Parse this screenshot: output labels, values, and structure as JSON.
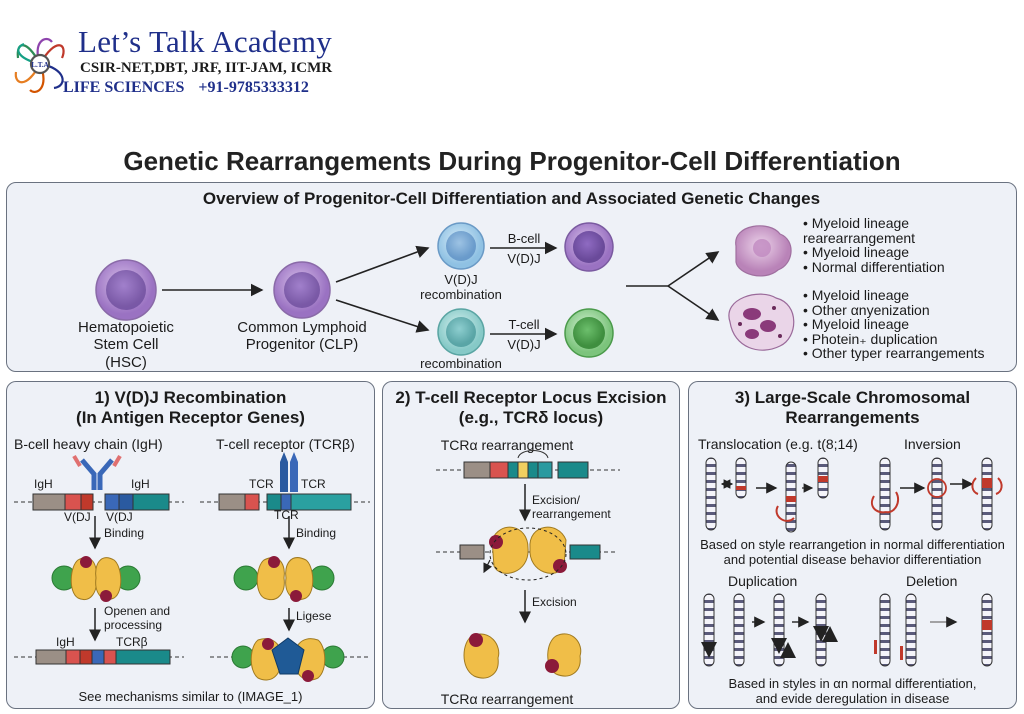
{
  "brand": {
    "name": "Let’s Talk Academy",
    "line2": "CSIR-NET,DBT, JRF, IIT-JAM, ICMR",
    "line3_left": "LIFE SCIENCES",
    "line3_phone": "+91-9785333312",
    "emblem_text": "L.T.A"
  },
  "title": "Genetic Rearrangements During Progenitor-Cell Differentiation",
  "overview": {
    "title": "Overview of Progenitor-Cell Differentiation and Associated Genetic Changes",
    "hsc": "Hematopoietic\nStem Cell\n(HSC)",
    "clp": "Common Lymphoid\nProgenitor (CLP)",
    "vdj_top": "V(D)J\nrecombination",
    "recomb_bottom": "recombination",
    "bcell": "B-cell",
    "tcell": "T-cell",
    "vdj_label": "V(D)J",
    "list_top": [
      "Myeloid lineage\nrearearrangement",
      "Myeloid lineage",
      "Normal differentiation"
    ],
    "list_bottom": [
      "Myeloid lineage",
      "Other αnyenization",
      "Myeloid lineage",
      "Photein₊ duplication",
      "Other typer rearrangements"
    ]
  },
  "panel1": {
    "title": "1) V(D)J Recombination\n(In Antigen Receptor Genes)",
    "left_head": "B-cell heavy chain (IgH)",
    "right_head": "T-cell receptor (TCRβ)",
    "igh": "IgH",
    "vdj": "V(DJ",
    "tcr": "TCR",
    "binding": "Binding",
    "openen": "Openen and\nprocessing",
    "ligese": "Ligese",
    "tcrb": "TCRβ",
    "footer": "See mechanisms similar to (IMAGE_1)"
  },
  "panel2": {
    "title": "2) T-cell Receptor Locus Excision\n(e.g., TCRδ locus)",
    "top": "TCRα rearrangement",
    "step1": "Excision/\nrearrangement",
    "step2": "Excision",
    "bottom": "TCRα rearrangement"
  },
  "panel3": {
    "title": "3) Large-Scale Chromosomal\nRearrangements",
    "translocation": "Translocation (e.g. t(8;14)",
    "inversion": "Inversion",
    "mid_caption": "Based on style rearrangetion in normal differentiation\nand potential disease behavior differentiation",
    "duplication": "Duplication",
    "deletion": "Deletion",
    "bottom_caption": "Based in styles in αn normal differentiation,\nand evide deregulation in disease"
  },
  "colors": {
    "brand_blue": "#1f2f8a",
    "accent_red": "#c0392b",
    "gene_red": "#d9534f",
    "gene_teal": "#1a8a8a",
    "enzyme_yellow": "#f0be48",
    "enzyme_maroon": "#8b1a3a",
    "enzyme_green": "#3fa34d",
    "receptor_blue": "#3a68b8",
    "hsc_purple": "#b58bd1",
    "bcell_purple": "#8f6bc2",
    "tcell_green": "#5cb85c",
    "tcell_teal": "#7cc6c8",
    "panel_bg": "#eef1f7"
  },
  "icons": [
    "lta-emblem-icon",
    "cell-icon",
    "arrow-icon",
    "antibody-icon",
    "recombinase-enzyme-icon",
    "chromosome-icon",
    "dna-segment-icon"
  ]
}
